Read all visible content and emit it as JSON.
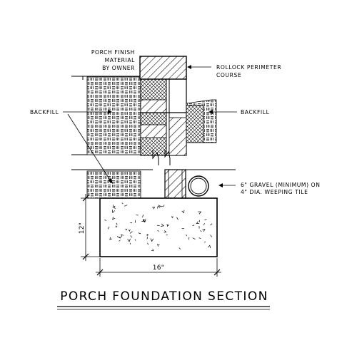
{
  "title": "PORCH FOUNDATION SECTION",
  "labels": {
    "porch_finish": [
      "PORCH FINISH",
      "MATERIAL",
      "BY OWNER"
    ],
    "rollock": [
      "ROLLOCK PERIMETER",
      "COURSE"
    ],
    "backfill_left": "BACKFILL",
    "backfill_right": "BACKFILL",
    "gravel": [
      "6\" GRAVEL (MINIMUM) ON",
      "4\" DIA. WEEPING TILE"
    ]
  },
  "dimensions": {
    "height": "12\"",
    "width": "16\""
  }
}
